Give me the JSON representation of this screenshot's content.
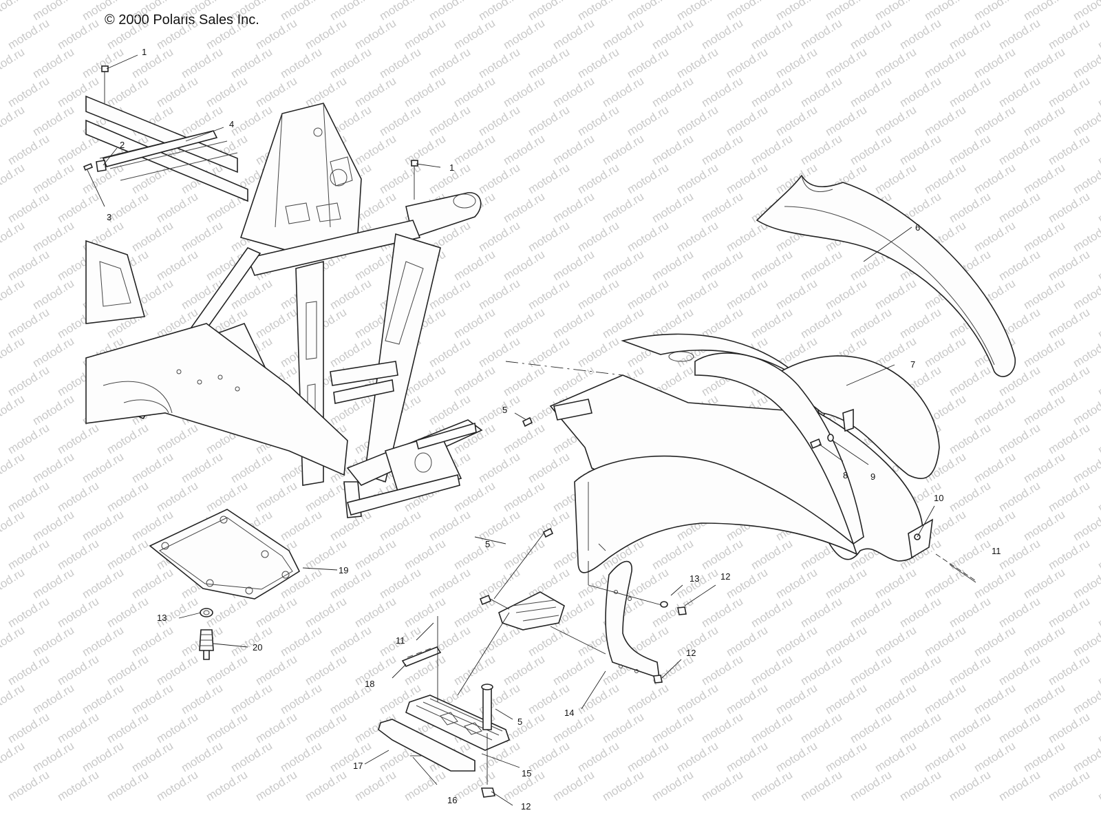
{
  "copyright": "© 2000 Polaris Sales Inc.",
  "watermark": "motod.ru",
  "callouts": [
    {
      "id": "c1a",
      "label": "1"
    },
    {
      "id": "c1b",
      "label": "1"
    },
    {
      "id": "c2",
      "label": "2"
    },
    {
      "id": "c3",
      "label": "3"
    },
    {
      "id": "c4",
      "label": "4"
    },
    {
      "id": "c5a",
      "label": "5"
    },
    {
      "id": "c5b",
      "label": "5"
    },
    {
      "id": "c5c",
      "label": "5"
    },
    {
      "id": "c6",
      "label": "6"
    },
    {
      "id": "c7",
      "label": "7"
    },
    {
      "id": "c8",
      "label": "8"
    },
    {
      "id": "c9",
      "label": "9"
    },
    {
      "id": "c10",
      "label": "10"
    },
    {
      "id": "c11a",
      "label": "11"
    },
    {
      "id": "c11b",
      "label": "11"
    },
    {
      "id": "c12a",
      "label": "12"
    },
    {
      "id": "c12b",
      "label": "12"
    },
    {
      "id": "c12c",
      "label": "12"
    },
    {
      "id": "c13a",
      "label": "13"
    },
    {
      "id": "c13b",
      "label": "13"
    },
    {
      "id": "c14",
      "label": "14"
    },
    {
      "id": "c15",
      "label": "15"
    },
    {
      "id": "c16",
      "label": "16"
    },
    {
      "id": "c17",
      "label": "17"
    },
    {
      "id": "c18",
      "label": "18"
    },
    {
      "id": "c19",
      "label": "19"
    },
    {
      "id": "c20",
      "label": "20"
    }
  ]
}
